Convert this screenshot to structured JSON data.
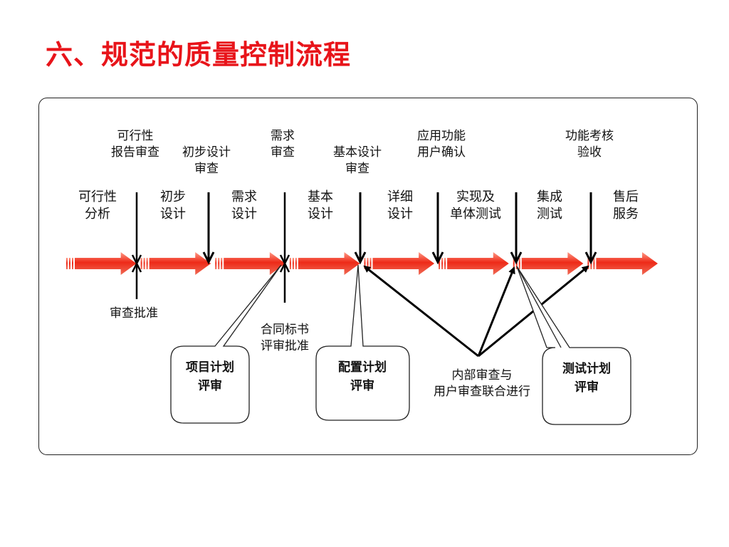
{
  "title": "六、规范的质量控制流程",
  "phases": [
    {
      "id": "feasibility",
      "label": "可行性\n分析"
    },
    {
      "id": "preliminary",
      "label": "初步\n设计"
    },
    {
      "id": "requirements",
      "label": "需求\n设计"
    },
    {
      "id": "basic",
      "label": "基本\n设计"
    },
    {
      "id": "detailed",
      "label": "详细\n设计"
    },
    {
      "id": "implementation",
      "label": "实现及\n单体测试"
    },
    {
      "id": "integration",
      "label": "集成\n测试"
    },
    {
      "id": "aftersales",
      "label": "售后\n服务"
    }
  ],
  "reviews_top": [
    {
      "id": "feasibility-report-review",
      "label": "可行性\n报告审查"
    },
    {
      "id": "preliminary-design-review",
      "label": "初步设计\n审查"
    },
    {
      "id": "requirements-review",
      "label": "需求\n审查"
    },
    {
      "id": "basic-design-review",
      "label": "基本设计\n审查"
    },
    {
      "id": "app-function-confirm",
      "label": "应用功能\n用户确认"
    },
    {
      "id": "function-acceptance",
      "label": "功能考核\n验收"
    }
  ],
  "approvals_bottom": [
    {
      "id": "review-approval",
      "label": "审查批准"
    },
    {
      "id": "contract-review-approval",
      "label": "合同标书\n评审批准"
    }
  ],
  "plan_reviews": [
    {
      "id": "project-plan-review",
      "label": "项目计划\n评审"
    },
    {
      "id": "config-plan-review",
      "label": "配置计划\n评审"
    },
    {
      "id": "test-plan-review",
      "label": "测试计划\n评审"
    }
  ],
  "joint_review_note": "内部审查与\n用户审查联合进行",
  "colors": {
    "title": "#e8141a",
    "flow_arrow": "#ee2a18",
    "flow_arrow_light": "#ff8a70",
    "line": "#000000"
  }
}
